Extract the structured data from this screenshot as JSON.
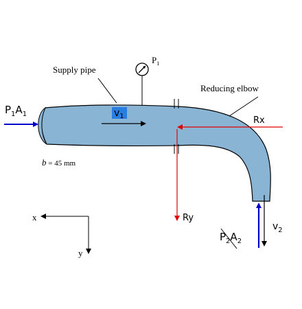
{
  "labels": {
    "supply_pipe": "Supply pipe",
    "reducing_elbow": "Reducing elbow",
    "gauge": "P",
    "gauge_sub": "1",
    "b_var": "b",
    "b_value": " = 45 mm",
    "inlet_P": "P",
    "inlet_P_sub": "1",
    "inlet_A": "A",
    "inlet_A_sub": "1",
    "velocity_in": "v",
    "velocity_in_sub": "1",
    "outlet_P": "P",
    "outlet_P_sub": "2",
    "outlet_A": "A",
    "outlet_A_sub": "2",
    "velocity_out": "v",
    "velocity_out_sub": "2",
    "force_x": "Rx",
    "force_y": "Ry",
    "axis_x": "x",
    "axis_y": "y"
  },
  "colors": {
    "pipe_fill": "#8ab4d4",
    "pipe_stroke": "#000000",
    "inlet_arrow": "#0000cc",
    "outlet_arrow": "#0000cc",
    "force": "#e00000",
    "highlight": "#2a7de1"
  }
}
